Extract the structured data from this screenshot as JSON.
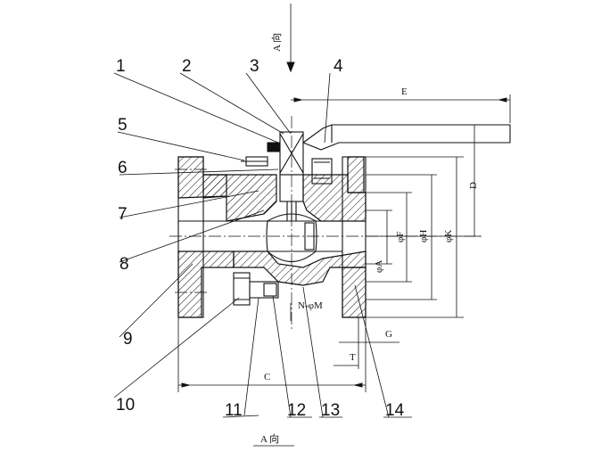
{
  "direction_top": "A 向",
  "direction_bottom": "A 向",
  "callouts": [
    "1",
    "2",
    "3",
    "4",
    "5",
    "6",
    "7",
    "8",
    "9",
    "10",
    "11",
    "12",
    "13",
    "14"
  ],
  "dimensions": {
    "E": "E",
    "D": "D",
    "K": "φK",
    "H": "φH",
    "F": "φF",
    "A": "φA",
    "NM": "N-φM",
    "G": "G",
    "T": "T",
    "C": "C"
  },
  "colors": {
    "ink": "#111111",
    "background": "#ffffff"
  }
}
